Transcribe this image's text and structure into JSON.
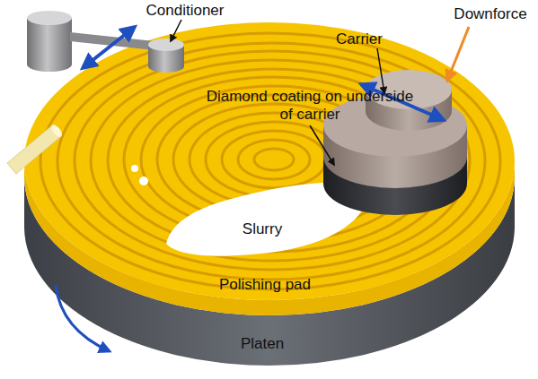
{
  "diagram": {
    "labels": [
      "Conditioner",
      "Downforce",
      "Carrier",
      "Diamond coating on underside of carrier",
      "Slurry",
      "Polishing pad",
      "Platen"
    ]
  }
}
